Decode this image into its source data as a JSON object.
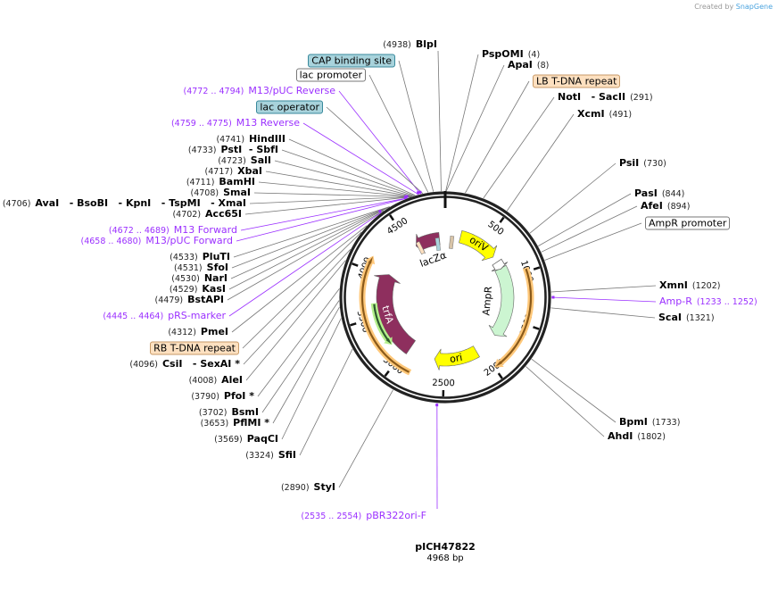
{
  "credit": {
    "prefix": "Created by",
    "brand": "SnapGene"
  },
  "plasmid": {
    "name": "pICH47822",
    "size_label": "4968 bp",
    "length": 4968
  },
  "colors": {
    "primer": "#9b30ff",
    "ring": "#222222",
    "feature_blue": "#a8d3dc",
    "feature_tan": "#fde0c0"
  },
  "ticks": [
    "500",
    "1000",
    "1500",
    "2000",
    "2500",
    "3000",
    "3500",
    "4000",
    "4500"
  ],
  "left_labels": [
    {
      "pos": "(4938)",
      "name": "BlpI",
      "bp": 4938
    },
    {
      "box": "CAP binding site",
      "style": "blue"
    },
    {
      "box": "lac promoter",
      "style": "white"
    },
    {
      "pos": "(4772 .. 4794)",
      "name": "M13/pUC Reverse",
      "primer": true,
      "bp": 4783
    },
    {
      "box": "lac operator",
      "style": "blue"
    },
    {
      "pos": "(4759 .. 4775)",
      "name": "M13 Reverse",
      "primer": true,
      "bp": 4767
    },
    {
      "pos": "(4741)",
      "name": "HindIII",
      "bp": 4741
    },
    {
      "pos": "(4733)",
      "name": "PstI  - SbfI",
      "bp": 4733
    },
    {
      "pos": "(4723)",
      "name": "SalI",
      "bp": 4723
    },
    {
      "pos": "(4717)",
      "name": "XbaI",
      "bp": 4717
    },
    {
      "pos": "(4711)",
      "name": "BamHI",
      "bp": 4711
    },
    {
      "pos": "(4708)",
      "name": "SmaI",
      "bp": 4708
    },
    {
      "pos": "(4706)",
      "name": "AvaI   - BsoBI   - KpnI   - TspMI   - XmaI",
      "bp": 4706
    },
    {
      "pos": "(4702)",
      "name": "Acc65I",
      "bp": 4702
    },
    {
      "pos": "(4672 .. 4689)",
      "name": "M13 Forward",
      "primer": true,
      "bp": 4680
    },
    {
      "pos": "(4658 .. 4680)",
      "name": "M13/pUC Forward",
      "primer": true,
      "bp": 4669
    },
    {
      "pos": "(4533)",
      "name": "PluTI",
      "bp": 4533
    },
    {
      "pos": "(4531)",
      "name": "SfoI",
      "bp": 4531
    },
    {
      "pos": "(4530)",
      "name": "NarI",
      "bp": 4530
    },
    {
      "pos": "(4529)",
      "name": "KasI",
      "bp": 4529
    },
    {
      "pos": "(4479)",
      "name": "BstAPI",
      "bp": 4479
    },
    {
      "pos": "(4445 .. 4464)",
      "name": "pRS-marker",
      "primer": true,
      "bp": 4455
    },
    {
      "pos": "(4312)",
      "name": "PmeI",
      "bp": 4312
    },
    {
      "box": "RB T-DNA repeat",
      "style": "tan"
    },
    {
      "pos": "(4096)",
      "name": "CsiI   - SexAI *",
      "bp": 4096
    },
    {
      "pos": "(4008)",
      "name": "AleI",
      "bp": 4008
    },
    {
      "pos": "(3790)",
      "name": "PfoI *",
      "bp": 3790
    },
    {
      "pos": "(3702)",
      "name": "BsmI",
      "bp": 3702
    },
    {
      "pos": "(3653)",
      "name": "PflMI *",
      "bp": 3653
    },
    {
      "pos": "(3569)",
      "name": "PaqCI",
      "bp": 3569
    },
    {
      "pos": "(3324)",
      "name": "SfiI",
      "bp": 3324
    },
    {
      "pos": "(2890)",
      "name": "StyI",
      "bp": 2890
    },
    {
      "pos": "(2535 .. 2554)",
      "name": "pBR322ori-F",
      "primer": true,
      "bp": 2545
    }
  ],
  "right_labels": [
    {
      "pos": "(4)",
      "name": "PspOMI",
      "bp": 4
    },
    {
      "pos": "(8)",
      "name": "ApaI",
      "bp": 8
    },
    {
      "box": "LB T-DNA repeat",
      "style": "tan"
    },
    {
      "pos": "(291)",
      "name": "NotI   - SacII",
      "bp": 291
    },
    {
      "pos": "(491)",
      "name": "XcmI",
      "bp": 491
    },
    {
      "pos": "(730)",
      "name": "PsiI",
      "bp": 730
    },
    {
      "pos": "(844)",
      "name": "PasI",
      "bp": 844
    },
    {
      "pos": "(894)",
      "name": "AfeI",
      "bp": 894
    },
    {
      "box": "AmpR promoter",
      "style": "white"
    },
    {
      "pos": "(1202)",
      "name": "XmnI",
      "bp": 1202
    },
    {
      "pos": "(1233 .. 1252)",
      "name": "Amp-R",
      "primer": true,
      "bp": 1242
    },
    {
      "pos": "(1321)",
      "name": "ScaI",
      "bp": 1321
    },
    {
      "pos": "(1733)",
      "name": "BpmI",
      "bp": 1733
    },
    {
      "pos": "(1802)",
      "name": "AhdI",
      "bp": 1802
    }
  ],
  "features": [
    {
      "name": "lacZα",
      "start": 4560,
      "end": 4890,
      "dir": -1,
      "color": "#8e2f5e",
      "label_color": "#000000"
    },
    {
      "name": "oriV",
      "start": 195,
      "end": 690,
      "dir": 1,
      "color": "#ffff00",
      "label_color": "#000000"
    },
    {
      "name": "AmpR",
      "start": 860,
      "end": 1760,
      "dir": 1,
      "color": "#ccf5d1",
      "label_color": "#000000"
    },
    {
      "name": "ori",
      "start": 2070,
      "end": 2620,
      "dir": 1,
      "color": "#ffff00",
      "label_color": "#000000"
    },
    {
      "name": "trfA",
      "start": 2960,
      "end": 4030,
      "dir": 1,
      "color": "#8e2f5e",
      "label_color": "#ffffff"
    }
  ],
  "outer_arcs": [
    {
      "start": 965,
      "end": 2000,
      "dir": 1,
      "color": "#8a5a1a",
      "glow": "#ffc87a"
    },
    {
      "start": 2830,
      "end": 4140,
      "dir": 1,
      "color": "#8a5a1a",
      "glow": "#ffc87a"
    },
    {
      "start": 3150,
      "end": 3660,
      "dir": -1,
      "color": "#2f5a2f",
      "glow": "#b4f08c"
    }
  ]
}
